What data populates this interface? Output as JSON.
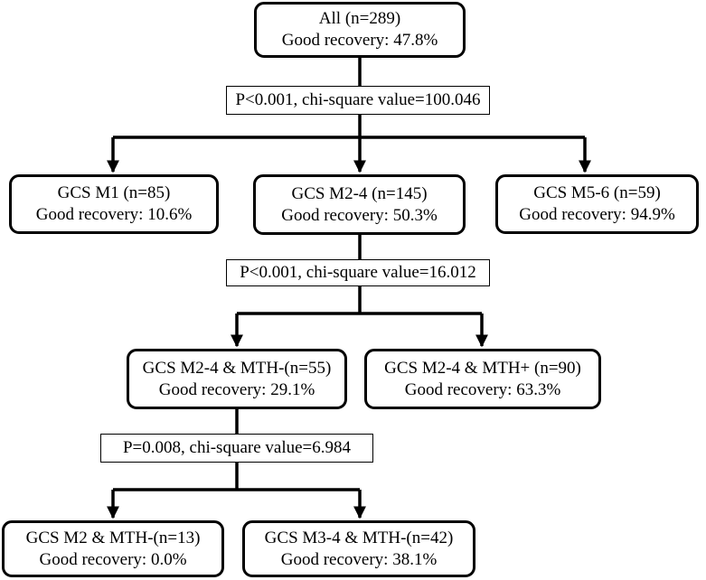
{
  "root": {
    "line1": "All (n=289)",
    "line2": "Good recovery: 47.8%"
  },
  "test1": {
    "label": "P<0.001, chi-square value=100.046"
  },
  "level1": [
    {
      "line1": "GCS M1 (n=85)",
      "line2": "Good recovery: 10.6%"
    },
    {
      "line1": "GCS M2-4 (n=145)",
      "line2": "Good recovery: 50.3%"
    },
    {
      "line1": "GCS M5-6 (n=59)",
      "line2": "Good recovery: 94.9%"
    }
  ],
  "test2": {
    "label": "P<0.001, chi-square value=16.012"
  },
  "level2": [
    {
      "line1": "GCS M2-4 & MTH-(n=55)",
      "line2": "Good recovery: 29.1%"
    },
    {
      "line1": "GCS M2-4 & MTH+ (n=90)",
      "line2": "Good recovery: 63.3%"
    }
  ],
  "test3": {
    "label": "P=0.008, chi-square value=6.984"
  },
  "level3": [
    {
      "line1": "GCS M2 & MTH-(n=13)",
      "line2": "Good recovery: 0.0%"
    },
    {
      "line1": "GCS M3-4 & MTH-(n=42)",
      "line2": "Good recovery: 38.1%"
    }
  ]
}
